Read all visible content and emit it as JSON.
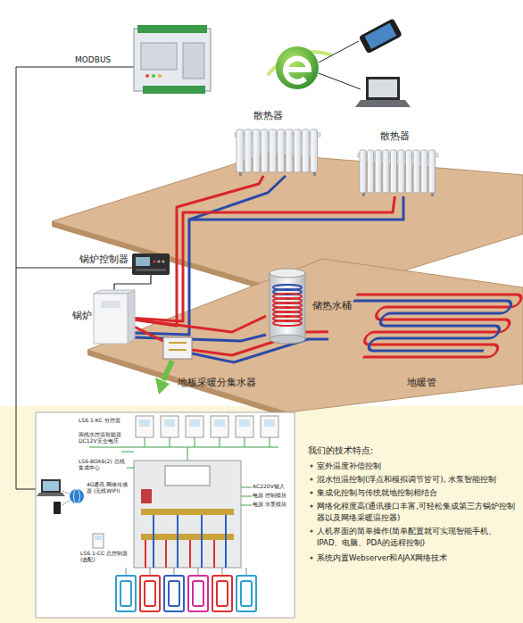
{
  "diagram": {
    "nodes": [
      {
        "text": [
          "散热器"
        ]
      },
      {
        "text": [
          "散热器"
        ]
      },
      {
        "text": [
          "锅炉控制器"
        ]
      },
      {
        "text": [
          "锅炉"
        ]
      },
      {
        "text": [
          "储热水桶"
        ]
      },
      {
        "text": [
          "地板采暖分集水器"
        ]
      },
      {
        "text": [
          "地暖管"
        ]
      }
    ],
    "edges": [
      {
        "from": 2,
        "to": 3,
        "arrow": "none"
      },
      {
        "from": 3,
        "to": 0,
        "arrow": "none"
      },
      {
        "from": 3,
        "to": 1,
        "arrow": "none"
      },
      {
        "from": 3,
        "to": 4,
        "arrow": "none"
      },
      {
        "from": 3,
        "to": 5,
        "arrow": "none"
      },
      {
        "from": 5,
        "to": 6,
        "arrow": "none"
      }
    ],
    "labels": [
      "MODBUS",
      "LS6.1-KC 分控器",
      "两线水控温智能器 DC12V安全电压",
      "LS6-BOX6(2) 总线集成中心",
      "4G通讯 网络传感器 (无线WIFI)",
      "LS6.1-CC 总控制器(选配)",
      "AC220V输入",
      "电源 控制模块",
      "电源 水泵模块",
      "我们的技术特点:",
      "室外温度补偿控制",
      "混水恒温控制(浮点和模拟调节皆可), 水泵智能控制",
      "集成化控制与传统就地控制相结合",
      "网络化程度高(通讯接口丰富,可轻松集成第三方锅炉控制器以及网络采暖温控器)",
      "人机界面的简单操作(简单配置就可实现智能手机、IPAD、电脑、PDA的远程控制)",
      "系统内置Webserver和AJAX网络技术"
    ]
  }
}
